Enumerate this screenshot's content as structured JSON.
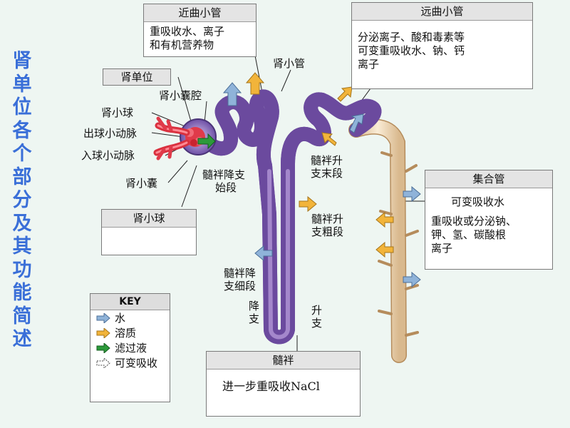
{
  "title_chars": [
    "肾",
    "单",
    "位",
    "各",
    "个",
    "部",
    "分",
    "及",
    "其",
    "功",
    "能",
    "简",
    "述"
  ],
  "boxes": {
    "proximal": {
      "title": "近曲小管",
      "lines": [
        "重吸收水、离子",
        "和有机营养物"
      ]
    },
    "distal": {
      "title": "远曲小管",
      "lines": [
        "分泌离子、酸和毒素等",
        "可变重吸收水、钠、钙",
        "离子"
      ]
    },
    "nephron": {
      "title": "肾单位"
    },
    "glomerulus": {
      "title": "肾小球",
      "lines": []
    },
    "collecting": {
      "title": "集合管",
      "lines": [
        "可变吸收水",
        "重吸收或分泌钠、",
        "钾、氢、碳酸根",
        "离子"
      ]
    },
    "loop": {
      "title": "髓袢",
      "lines": [
        "进一步重吸收NaCl"
      ]
    }
  },
  "labels": {
    "bowman_space": "肾小囊腔",
    "glomerulus": "肾小球",
    "efferent": "出球小动脉",
    "afferent": "入球小动脉",
    "capsule": "肾小囊",
    "renal_tubule": "肾小管",
    "desc_start": [
      "髓袢降支",
      "始段"
    ],
    "asc_end": [
      "髓袢升",
      "支末段"
    ],
    "asc_thick": [
      "髓袢升",
      "支粗段"
    ],
    "desc_thin": [
      "髓袢降",
      "支细段"
    ],
    "desc": [
      "降",
      "支"
    ],
    "asc": [
      "升",
      "支"
    ]
  },
  "key": {
    "title": "KEY",
    "items": [
      {
        "label": "水",
        "color": "#8fb3d9"
      },
      {
        "label": "溶质",
        "color": "#f2b43a"
      },
      {
        "label": "滤过液",
        "color": "#2c9a3a"
      },
      {
        "label": "可变吸收",
        "color": "#ffffff"
      }
    ]
  },
  "colors": {
    "title": "#3a6fd8",
    "tubule": "#b08fd6",
    "duct": "#f1dcbb"
  }
}
